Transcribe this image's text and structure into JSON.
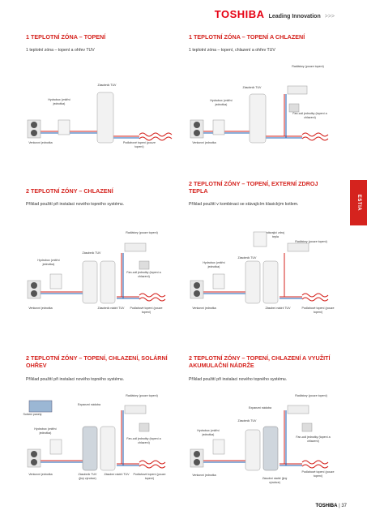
{
  "header": {
    "brand": "TOSHIBA",
    "tagline": "Leading Innovation",
    "chevrons": ">>>"
  },
  "side_tab": "ESTIA",
  "footer": {
    "brand": "TOSHIBA",
    "page": "| 37"
  },
  "sections": [
    {
      "title": "1 TEPLOTNÍ ZÓNA – TOPENÍ",
      "subtitle": "1 teplotní zóna – topení a ohřev TUV",
      "labels": [
        "Zásobník TUV",
        "Hydrobox (vnitřní jednotka)",
        "Venkovní jednotka",
        "Podlahové topení (pouze topení)"
      ]
    },
    {
      "title": "1 TEPLOTNÍ ZÓNA – TOPENÍ A CHLAZENÍ",
      "subtitle": "1 teplotní zóna – topení, chlazení a ohřev TUV",
      "labels": [
        "Radiátory (pouze topení)",
        "Zásobník TUV",
        "Hydrobox (vnitřní jednotka)",
        "Fan-coil jednotky (topení a chlazení)",
        "Venkovní jednotka"
      ]
    },
    {
      "title": "2 TEPLOTNÍ ZÓNY – CHLAZENÍ",
      "subtitle": "Příklad použití při instalaci nového topného systému.",
      "labels": [
        "Radiátory (pouze topení)",
        "Zásobník TUV",
        "Hydrobox (vnitřní jednotka)",
        "Fan-coil jednotky (topení a chlazení)",
        "Venkovní jednotka",
        "Zásobník nádrž TUV",
        "Podlahové topení (pouze topení)"
      ]
    },
    {
      "title": "2 TEPLOTNÍ ZÓNY – TOPENÍ, EXTERNÍ ZDROJ TEPLA",
      "subtitle": "Příklad použití v kombinaci se stávajícím klasickým kotlem.",
      "labels": [
        "stávající zdroj tepla",
        "Radiátory (pouze topení)",
        "Zásobník TUV",
        "Hydrobox (vnitřní jednotka)",
        "Venkovní jednotka",
        "Zásobní nádrž TUV",
        "Podlahové topení (pouze topení)"
      ]
    },
    {
      "title": "2 TEPLOTNÍ ZÓNY – TOPENÍ, CHLAZENÍ, SOLÁRNÍ OHŘEV",
      "subtitle": "Příklad použití při instalaci nového topného systému.",
      "labels": [
        "Radiátory (pouze topení)",
        "Solární panely",
        "Expanzní nádoba",
        "Hydrobox (vnitřní jednotka)",
        "Fan-coil jednotky (topení a chlazení)",
        "Venkovní jednotka",
        "Zásobník TUV (jiný výrobce)",
        "Zásobní nádrž TUV",
        "Podlahové topení (pouze topení)"
      ]
    },
    {
      "title": "2 TEPLOTNÍ ZÓNY – TOPENÍ, CHLAZENÍ A VYUŽITÍ AKUMULAČNÍ NÁDRŽE",
      "subtitle": "Příklad použití při instalaci nového topného systému.",
      "labels": [
        "Radiátory (pouze topení)",
        "Expanzní nádoba",
        "Zásobník TUV",
        "Hydrobox (vnitřní jednotka)",
        "Fan-coil jednotky (topení a chlazení)",
        "Venkovní jednotka",
        "Zásobní nádrž (jiný výrobce)",
        "Podlahové topení (pouze topení)"
      ]
    }
  ]
}
